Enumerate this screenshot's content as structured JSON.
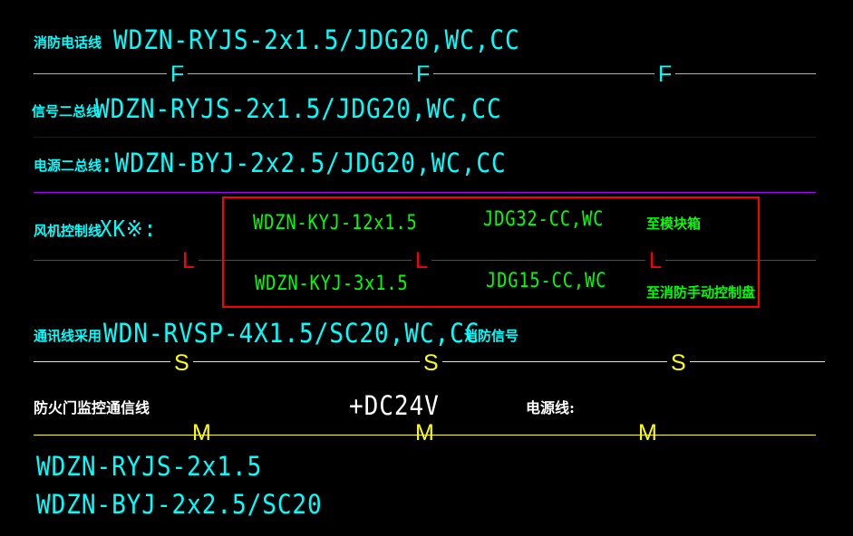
{
  "fire_phone": {
    "label": "消防电话线",
    "spec": "WDZN-RYJS-2x1.5/JDG20,WC,CC",
    "marker": "F",
    "line_color": "#00ffff",
    "marker_color": "#00ffff"
  },
  "signal_bus": {
    "label": "信号二总线",
    "spec": "WDZN-RYJS-2x1.5/JDG20,WC,CC",
    "line_color": "#0000ff"
  },
  "power_bus": {
    "label": "电源二总线",
    "spec": ":WDZN-BYJ-2x2.5/JDG20,WC,CC",
    "line_color": "#aa00ff"
  },
  "fan_control": {
    "label": "风机控制线",
    "code": "XK※:",
    "marker": "L",
    "line_color": "#ff0000",
    "marker_color": "#ff0000",
    "box_color": "#ff0000",
    "row1": {
      "cable": "WDZN-KYJ-12x1.5",
      "conduit": "JDG32-CC,WC",
      "dest": "至模块箱"
    },
    "row2": {
      "cable": "WDZN-KYJ-3x1.5",
      "conduit": "JDG15-CC,WC",
      "dest": "至消防手动控制盘"
    }
  },
  "comm": {
    "label": "通讯线采用",
    "spec": "WDN-RVSP-4X1.5/SC20,WC,CC",
    "suffix": "消防信号",
    "marker": "S",
    "line_color": "#ffff00",
    "marker_color": "#ffff00"
  },
  "fire_door": {
    "label": "防火门监控通信线",
    "voltage": "+DC24V",
    "power_label": "电源线:",
    "marker": "M",
    "line_color": "#ffff00",
    "marker_color": "#ffff00",
    "spec1": "WDZN-RYJS-2x1.5",
    "spec2": "WDZN-BYJ-2x2.5/SC20"
  }
}
